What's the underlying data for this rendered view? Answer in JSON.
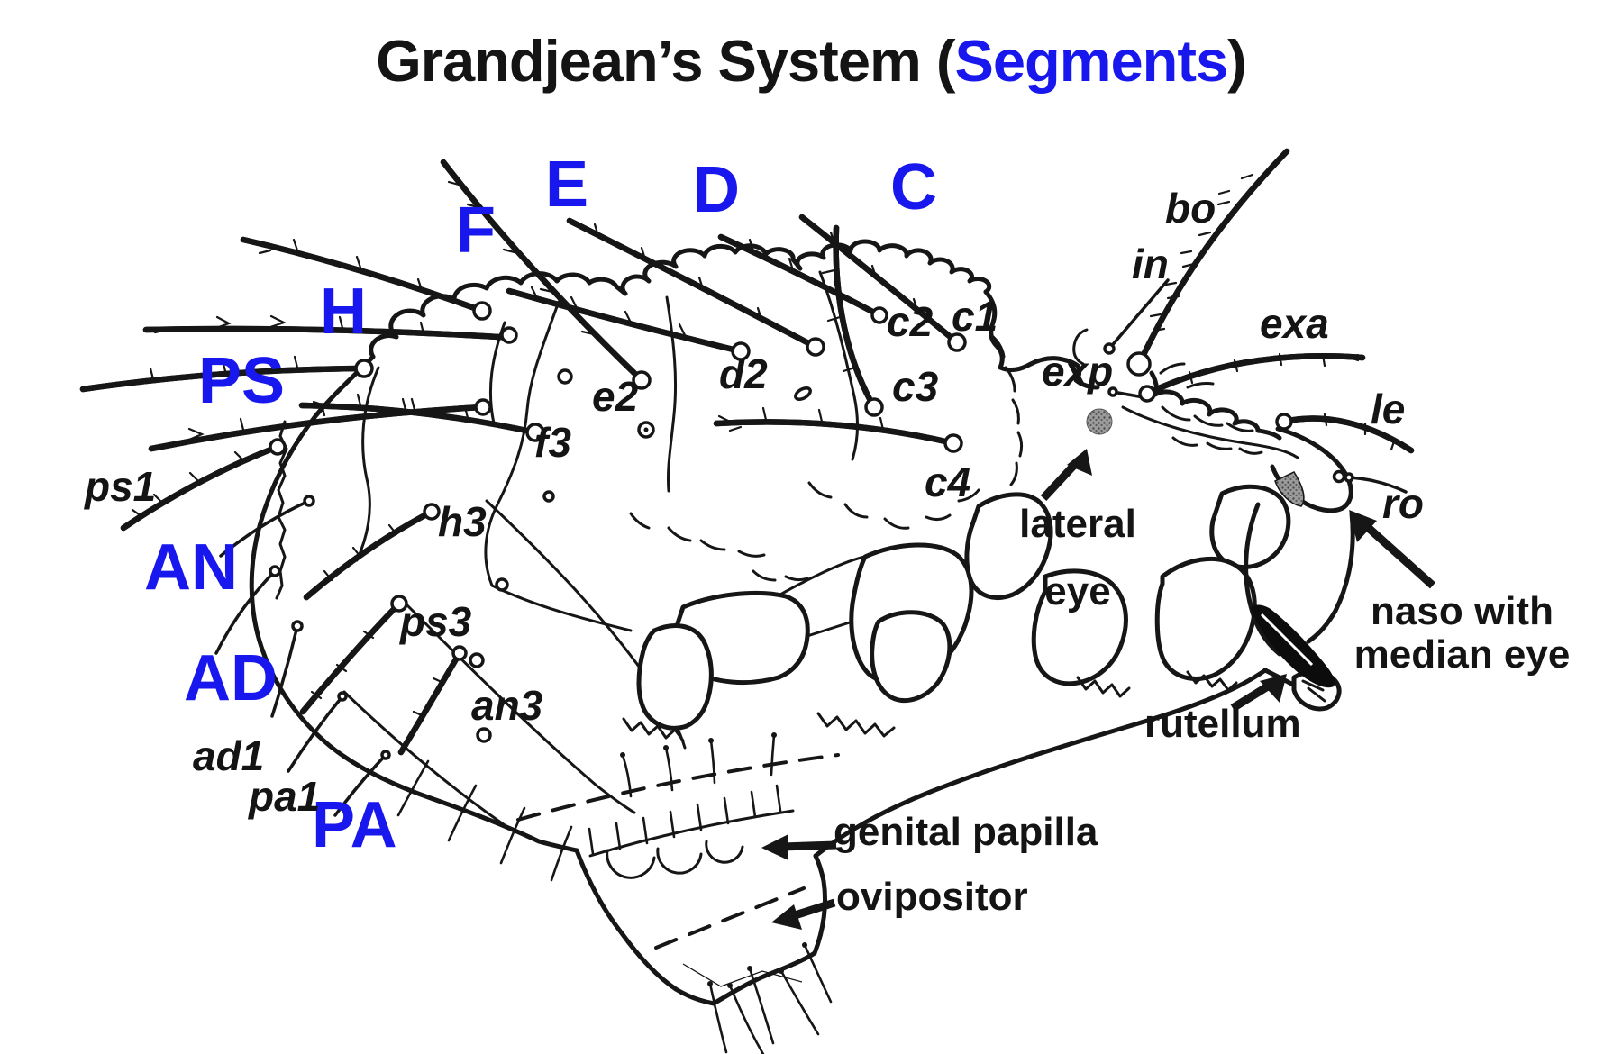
{
  "title": {
    "prefix": "Grandjean’s System (",
    "highlight": "Segments",
    "suffix": ")"
  },
  "colors": {
    "segment_label_blue": "#1717ee",
    "ink": "#161616",
    "lateral_eye_gray": "#8f8f8f"
  },
  "segments": {
    "C": "C",
    "D": "D",
    "E": "E",
    "F": "F",
    "H": "H",
    "PS": "PS",
    "AN": "AN",
    "AD": "AD",
    "PA": "PA"
  },
  "setae": {
    "bo": "bo",
    "in": "in",
    "exa": "exa",
    "le": "le",
    "ro": "ro",
    "exp": "exp",
    "c1": "c1",
    "c2": "c2",
    "c3": "c3",
    "c4": "c4",
    "d2": "d2",
    "e2": "e2",
    "f3": "f3",
    "h3": "h3",
    "ps1": "ps1",
    "ps3": "ps3",
    "an3": "an3",
    "ad1": "ad1",
    "pa1": "pa1"
  },
  "annotations": {
    "lateral_eye": "lateral eye",
    "naso": "naso with median eye",
    "rutellum": "rutellum",
    "genital_papilla": "genital papilla",
    "ovipositor": "ovipositor"
  }
}
